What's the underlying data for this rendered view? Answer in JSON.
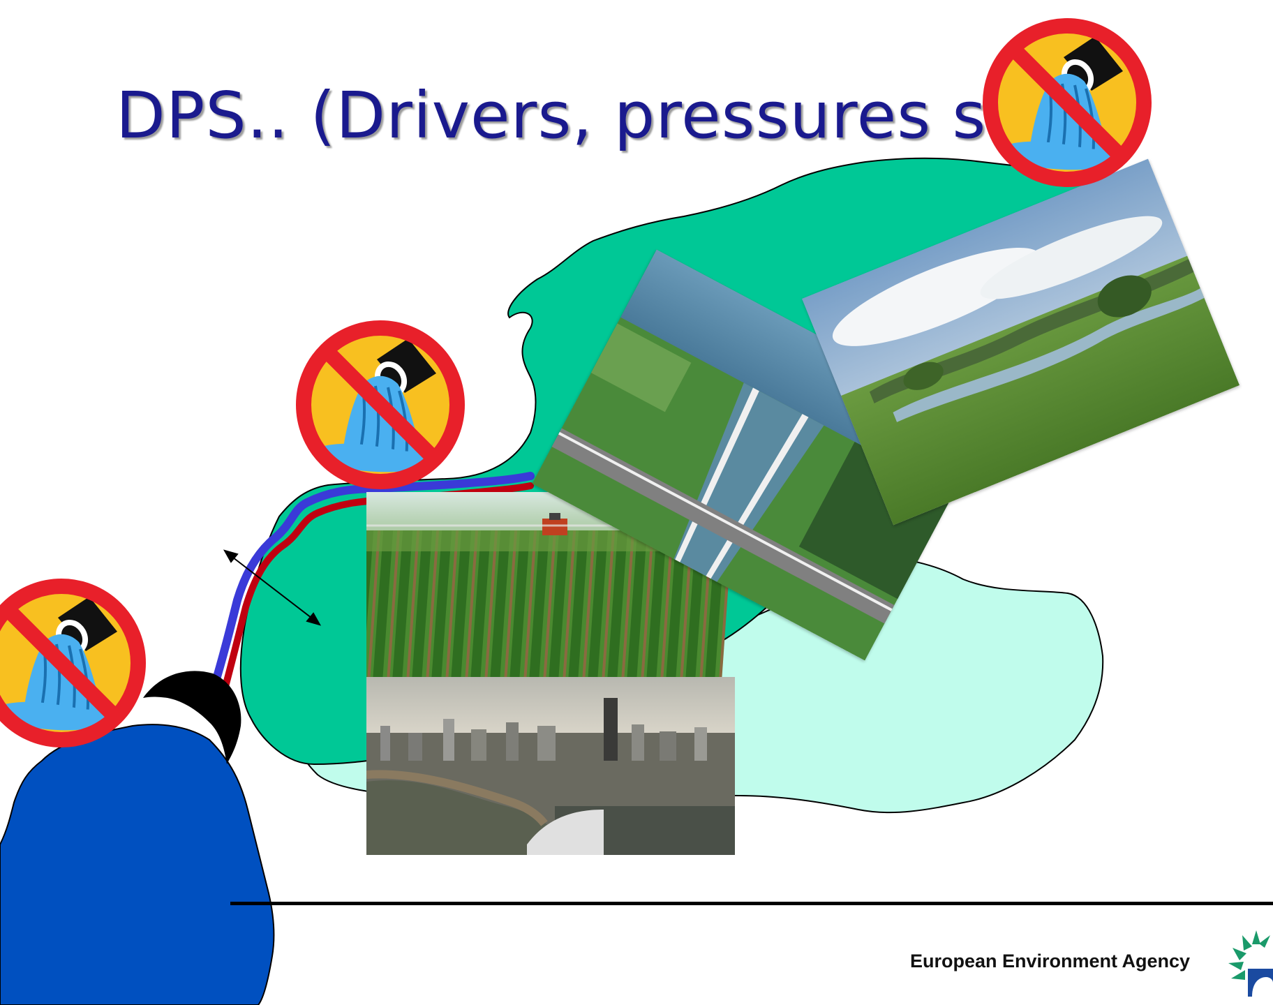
{
  "slide": {
    "title": "DPS.. (Drivers, pressures st",
    "footer": {
      "agency_name": "European Environment Agency",
      "logo_icon": "eea-logo-icon"
    }
  },
  "colors": {
    "title": "#1a1a8e",
    "catchment_upper": "#00c896",
    "catchment_lower": "#c0fcec",
    "sea": "#0050c0",
    "river_blue": "#3a3ad8",
    "river_red": "#c00010",
    "no_discharge_red": "#e8202a",
    "no_discharge_yellow": "#f8c020",
    "water_blue": "#4ab0f0"
  },
  "icons": [
    "no-discharge-icon",
    "double-arrow-icon",
    "eea-logo-icon"
  ],
  "photos": [
    "agriculture-photo",
    "city-photo",
    "ship-lock-photo",
    "floodplain-photo"
  ]
}
